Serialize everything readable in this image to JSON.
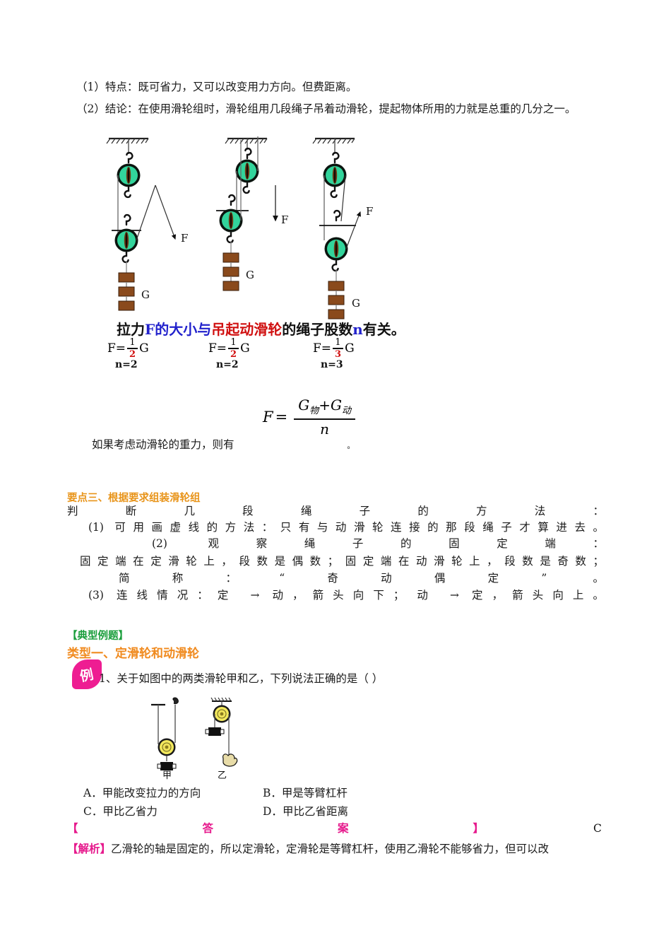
{
  "document": {
    "intro": {
      "line1": "（1）特点：既可省力，又可以改变用力方向。但费距离。",
      "line2": "（2）结论：在使用滑轮组时，滑轮组用几段绳子吊着动滑轮，提起物体所用的力就是总重的几分之一。"
    },
    "figure_pulley_systems": {
      "label_G": "G",
      "label_F": "F",
      "systems": [
        {
          "name": "system-1",
          "n": "2",
          "fraction_num": "1",
          "fraction_den": "2",
          "force_label": "F",
          "weight_label": "G",
          "n_label": "n=2"
        },
        {
          "name": "system-2",
          "n": "2",
          "fraction_num": "1",
          "fraction_den": "2",
          "force_label": "F",
          "weight_label": "G",
          "n_label": "n=2"
        },
        {
          "name": "system-3",
          "n": "3",
          "fraction_num": "1",
          "fraction_den": "3",
          "force_label": "F",
          "weight_label": "G",
          "n_label": "n=3"
        }
      ],
      "colors": {
        "pulley_fill": "#32D49B",
        "pulley_ring": "#0A1A12",
        "axle": "#6B3A14",
        "weight_block": "#8A4A1C",
        "rope": "#5a5a5a"
      }
    },
    "headline": {
      "seg1": "拉力",
      "seg2_blue": "F的大小",
      "seg3": "与",
      "seg4_red": "吊起",
      "seg5_red2": "动滑轮",
      "seg6": "的绳子股数",
      "seg7_blue": "n",
      "seg8": "有关。"
    },
    "formulas": {
      "F": "F",
      "equals": "=",
      "G": "G",
      "eq1": {
        "num": "1",
        "den": "2",
        "n": "n=2"
      },
      "eq2": {
        "num": "1",
        "den": "2",
        "n": "n=2"
      },
      "eq3": {
        "num": "1",
        "den": "3",
        "n": "n=3"
      },
      "big": {
        "lhs": "F",
        "eq": "=",
        "num_left": "G",
        "num_left_sub": "物",
        "plus": "+",
        "num_right": "G",
        "num_right_sub": "动",
        "den": "n"
      }
    },
    "note_line": {
      "text": "如果考虑动滑轮的重力，则有",
      "trailing": "。"
    },
    "section3": {
      "heading": "要点三、根据要求组装滑轮组",
      "lines": [
        "判断几段绳子的方法：",
        "(1) 可用画虚线的方法：只有与动滑轮连接的那段绳子才算进去。",
        "(2) 观察绳子的固定端：",
        "固定端在定滑轮上，段数是偶数；固定端在动滑轮上，段数是奇数；",
        "简称：“奇动偶定”  。",
        "(3) 连线情况：定 → 动，箭头向下；  动 → 定，箭头向上。"
      ]
    },
    "example_section": {
      "typical_heading": "【典型例题】",
      "type_heading": "类型一、定滑轮和动滑轮",
      "badge_char": "例",
      "question": "1、关于如图中的两类滑轮甲和乙，下列说法正确的是（      ）",
      "figure_labels": {
        "jia": "甲",
        "yi": "乙"
      },
      "options": [
        {
          "key": "A．",
          "text": "甲能改变拉力的方向"
        },
        {
          "key": "B．",
          "text": "甲是等臂杠杆"
        },
        {
          "key": "C．",
          "text": "甲比乙省力"
        },
        {
          "key": "D．",
          "text": "甲比乙省距离"
        }
      ],
      "answer": {
        "label_open": "【",
        "label_text1": "答",
        "label_text2": "案",
        "label_close": "】",
        "value": "C"
      },
      "analysis": {
        "label": "【解析】",
        "text": "乙滑轮的轴是固定的，所以定滑轮，定滑轮是等臂杠杆，使用乙滑轮不能够省力，但可以改"
      }
    }
  }
}
